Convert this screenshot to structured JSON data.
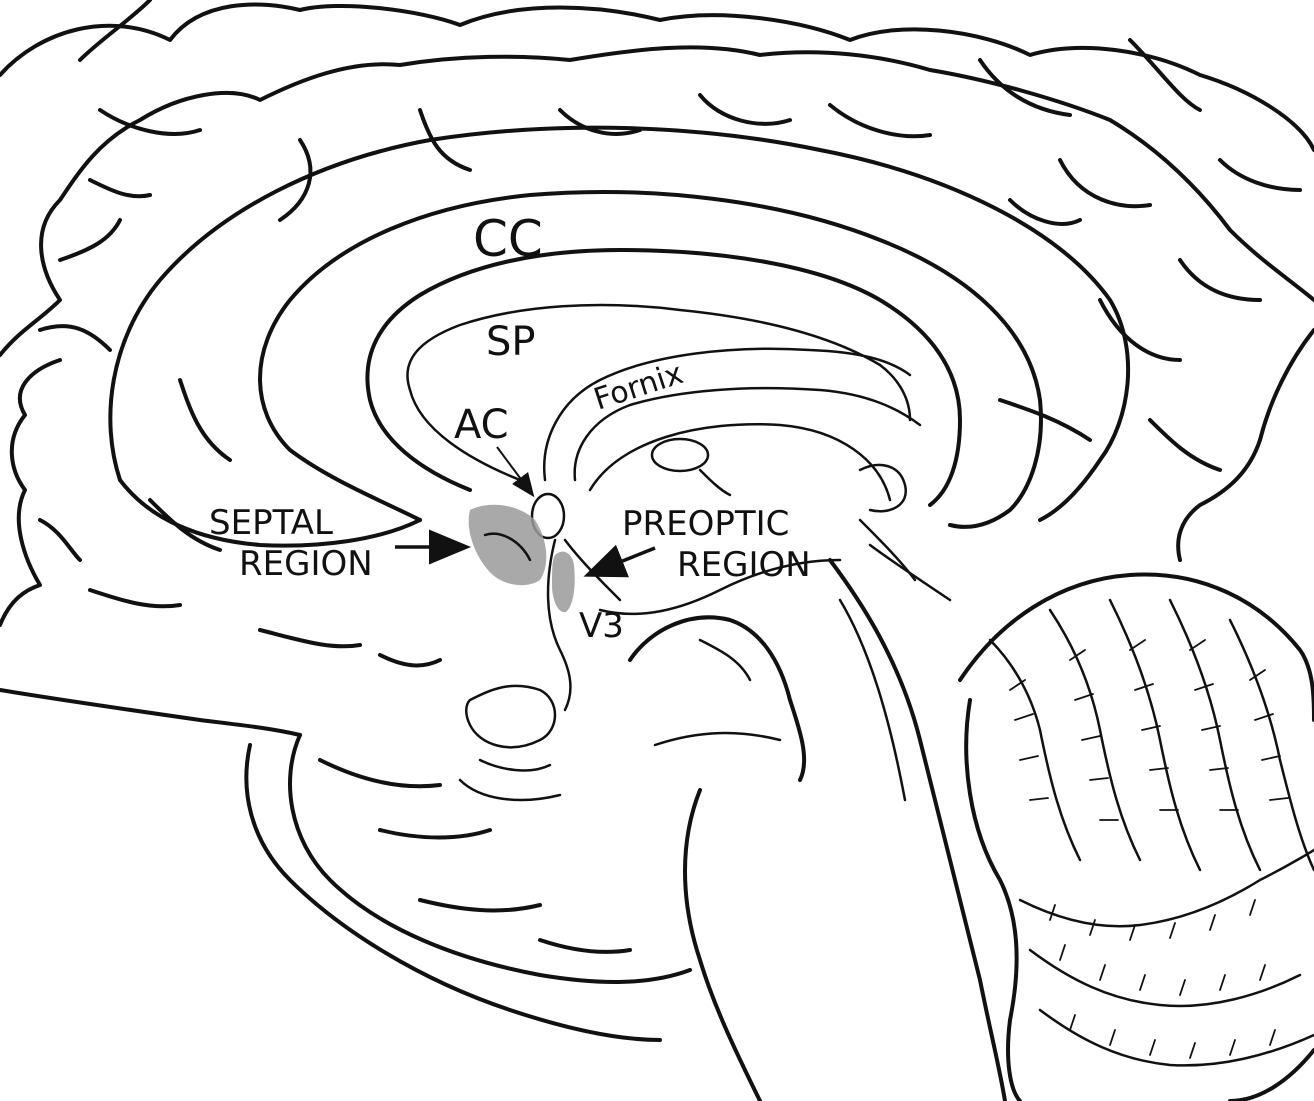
{
  "labels": {
    "cc": "CC",
    "sp": "SP",
    "ac": "AC",
    "fornix": "Fornix",
    "septal_line1": "SEPTAL",
    "septal_line2": "REGION",
    "preoptic_line1": "PREOPTIC",
    "preoptic_line2": "REGION",
    "v3": "V3"
  },
  "colors": {
    "line": "#111111",
    "highlight": "#9a9a9a",
    "background": "#ffffff"
  }
}
